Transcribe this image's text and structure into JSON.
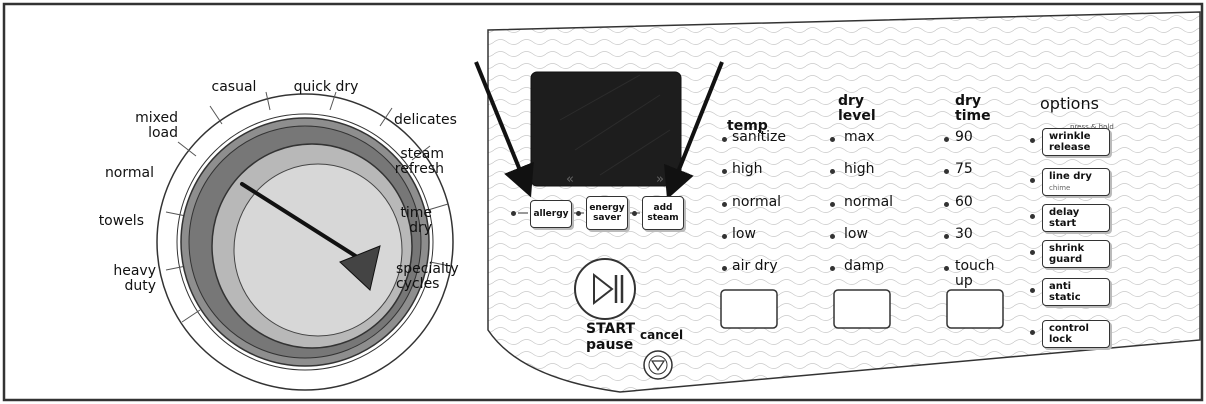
{
  "dial": {
    "cycles": [
      "casual",
      "quick dry",
      "mixed load",
      "delicates",
      "normal",
      "steam refresh",
      "towels",
      "time dry",
      "heavy duty",
      "specialty cycles"
    ]
  },
  "display": {
    "buttons": [
      "allergy",
      "energy saver",
      "add steam"
    ],
    "start_label": "START",
    "pause_label": "pause",
    "cancel_label": "cancel"
  },
  "columns": {
    "temp": {
      "header": "temp",
      "items": [
        "sanitize",
        "high",
        "normal",
        "low",
        "air dry"
      ]
    },
    "dry_level": {
      "header": "dry level",
      "items": [
        "max",
        "high",
        "normal",
        "low",
        "damp"
      ]
    },
    "dry_time": {
      "header": "dry time",
      "items": [
        "90",
        "75",
        "60",
        "30",
        "touch up"
      ]
    }
  },
  "options": {
    "title": "options",
    "hint": "press & hold",
    "items": [
      "wrinkle release",
      "line dry",
      "delay start",
      "shrink guard",
      "anti static",
      "control lock"
    ],
    "chime_label": "chime"
  }
}
